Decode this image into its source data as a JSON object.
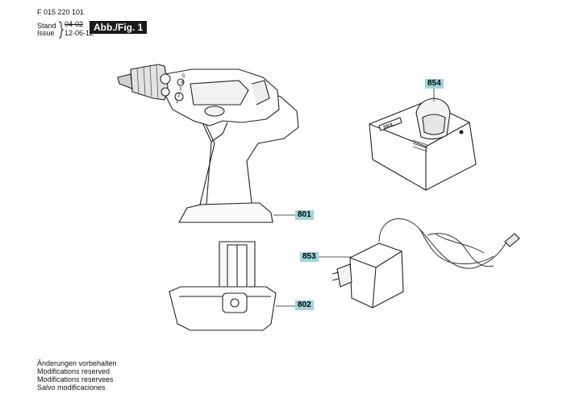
{
  "header": {
    "part_number": "F 015 220 101",
    "stand_label": "Stand",
    "issue_label": "Issue",
    "stand_value": "04-02",
    "issue_value": "12-06-12",
    "figure_label": "Abb./Fig. 1"
  },
  "callouts": {
    "drill": "801",
    "battery": "802",
    "power_supply": "853",
    "charger": "854"
  },
  "drill_scale": [
    "1",
    "2",
    "3",
    "4",
    "5"
  ],
  "charger_brand": "SKIL",
  "footer": [
    "Änderungen vorbehalten",
    "Modifications reserved",
    "Modifications reservees",
    "Salvo modificaciones"
  ]
}
